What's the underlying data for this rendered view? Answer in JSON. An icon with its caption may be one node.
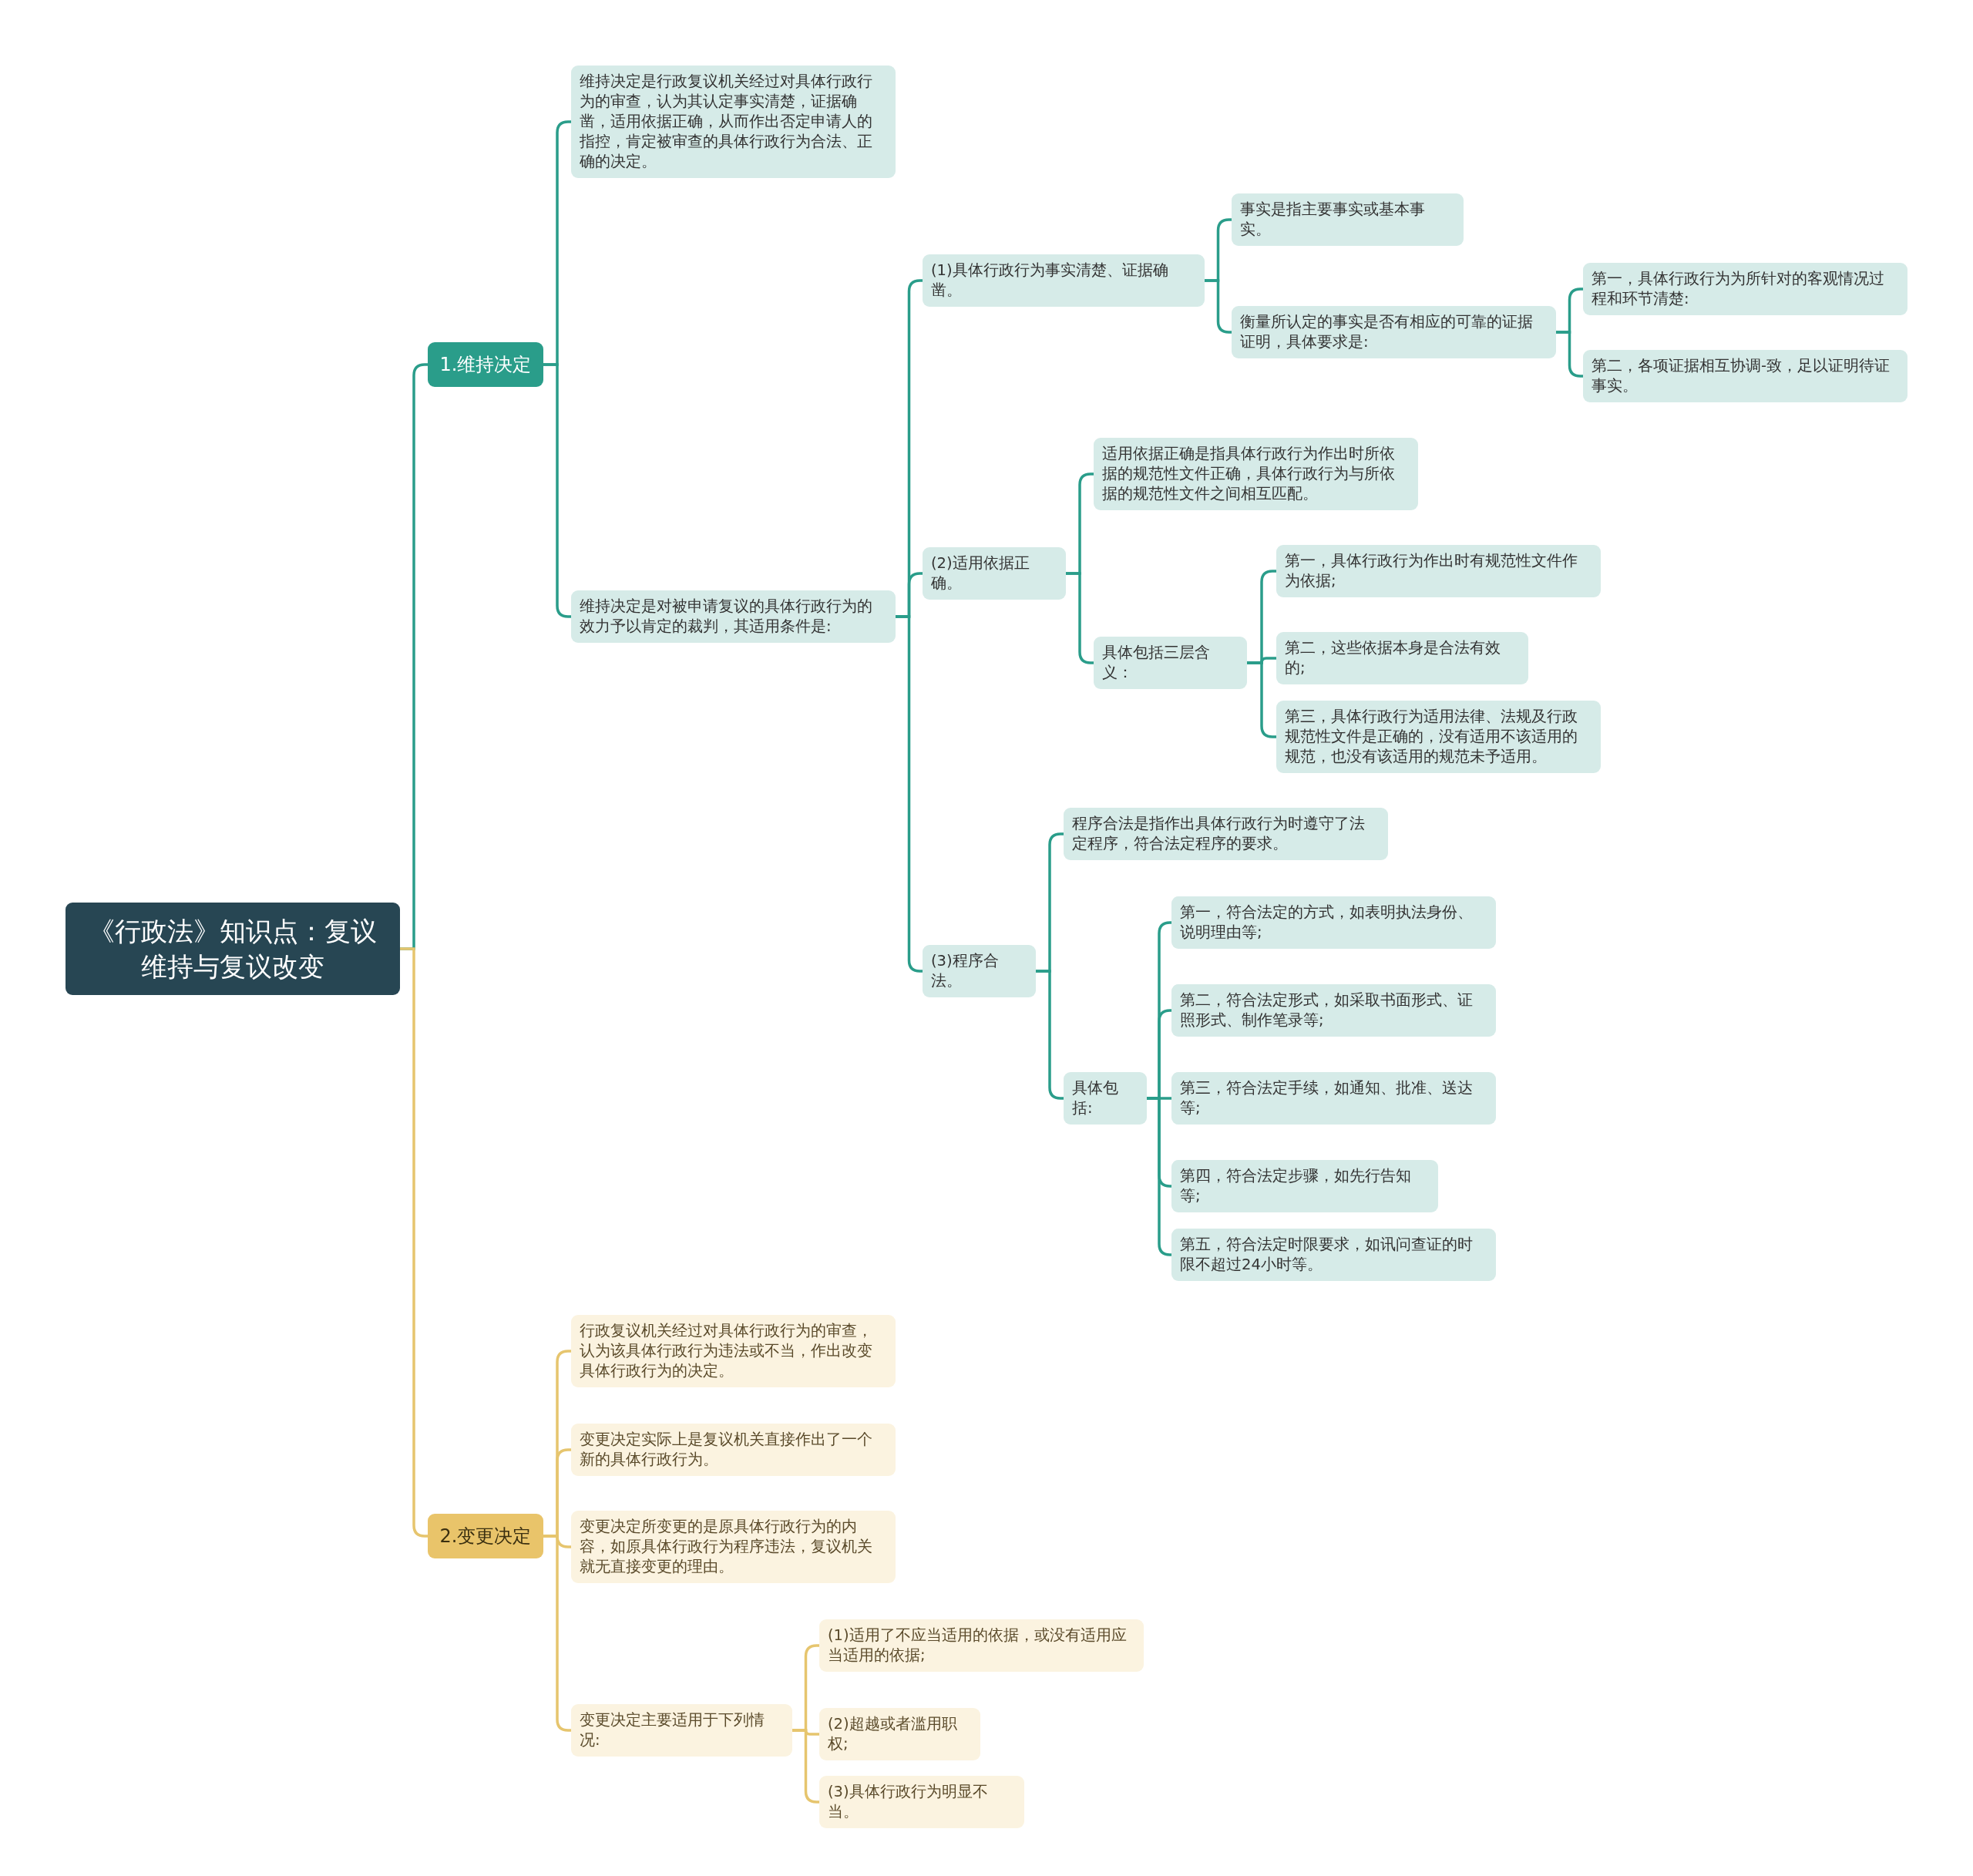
{
  "diagram": {
    "nodes": [
      {
        "text": [
          "《行政法》知识点：复议维持与复议改变"
        ]
      },
      {
        "text": [
          "1.维持决定"
        ]
      },
      {
        "text": [
          "维持决定是行政复议机关经过对具体行政行为的审查，认为其认定事实清楚，证据确凿，适用依据正确，从而作出否定申请人的指控，肯定被审查的具体行政行为合法、正确的决定。"
        ]
      },
      {
        "text": [
          "维持决定是对被申请复议的具体行政行为的效力予以肯定的裁判，其适用条件是:"
        ]
      },
      {
        "text": [
          "(1)具体行政行为事实清楚、证据确凿。"
        ]
      },
      {
        "text": [
          "事实是指主要事实或基本事实。"
        ]
      },
      {
        "text": [
          "衡量所认定的事实是否有相应的可靠的证据证明，具体要求是:"
        ]
      },
      {
        "text": [
          "第一，具体行政行为为所针对的客观情况过程和环节清楚:"
        ]
      },
      {
        "text": [
          "第二，各项证据相互协调-致，足以证明待证事实。"
        ]
      },
      {
        "text": [
          "(2)适用依据正确。"
        ]
      },
      {
        "text": [
          "适用依据正确是指具体行政行为作出时所依据的规范性文件正确，具体行政行为与所依据的规范性文件之间相互匹配。"
        ]
      },
      {
        "text": [
          "具体包括三层含义："
        ]
      },
      {
        "text": [
          "第一，具体行政行为作出时有规范性文件作为依据;"
        ]
      },
      {
        "text": [
          "第二，这些依据本身是合法有效的;"
        ]
      },
      {
        "text": [
          "第三，具体行政行为适用法律、法规及行政规范性文件是正确的，没有适用不该适用的规范，也没有该适用的规范未予适用。"
        ]
      },
      {
        "text": [
          "(3)程序合法。"
        ]
      },
      {
        "text": [
          "程序合法是指作出具体行政行为时遵守了法定程序，符合法定程序的要求。"
        ]
      },
      {
        "text": [
          "具体包括:"
        ]
      },
      {
        "text": [
          "第一，符合法定的方式，如表明执法身份、说明理由等;"
        ]
      },
      {
        "text": [
          "第二，符合法定形式，如采取书面形式、证照形式、制作笔录等;"
        ]
      },
      {
        "text": [
          "第三，符合法定手续，如通知、批准、送达等;"
        ]
      },
      {
        "text": [
          "第四，符合法定步骤，如先行告知等;"
        ]
      },
      {
        "text": [
          "第五，符合法定时限要求，如讯问查证的时限不超过24小时等。"
        ]
      },
      {
        "text": [
          "2.变更决定"
        ]
      },
      {
        "text": [
          "行政复议机关经过对具体行政行为的审查，认为该具体行政行为违法或不当，作出改变具体行政行为的决定。"
        ]
      },
      {
        "text": [
          "变更决定实际上是复议机关直接作出了一个新的具体行政行为。"
        ]
      },
      {
        "text": [
          "变更决定所变更的是原具体行政行为的内容，如原具体行政行为程序违法，复议机关就无直接变更的理由。"
        ]
      },
      {
        "text": [
          "变更决定主要适用于下列情况:"
        ]
      },
      {
        "text": [
          "(1)适用了不应当适用的依据，或没有适用应当适用的依据;"
        ]
      },
      {
        "text": [
          "(2)超越或者滥用职权;"
        ]
      },
      {
        "text": [
          "(3)具体行政行为明显不当。"
        ]
      }
    ],
    "edges": [
      {
        "from": 0,
        "to": 1,
        "arrow": "none"
      },
      {
        "from": 1,
        "to": 2,
        "arrow": "none"
      },
      {
        "from": 1,
        "to": 3,
        "arrow": "none"
      },
      {
        "from": 3,
        "to": 4,
        "arrow": "none"
      },
      {
        "from": 4,
        "to": 5,
        "arrow": "none"
      },
      {
        "from": 4,
        "to": 6,
        "arrow": "none"
      },
      {
        "from": 6,
        "to": 7,
        "arrow": "none"
      },
      {
        "from": 6,
        "to": 8,
        "arrow": "none"
      },
      {
        "from": 3,
        "to": 9,
        "arrow": "none"
      },
      {
        "from": 9,
        "to": 10,
        "arrow": "none"
      },
      {
        "from": 9,
        "to": 11,
        "arrow": "none"
      },
      {
        "from": 11,
        "to": 12,
        "arrow": "none"
      },
      {
        "from": 11,
        "to": 13,
        "arrow": "none"
      },
      {
        "from": 11,
        "to": 14,
        "arrow": "none"
      },
      {
        "from": 3,
        "to": 15,
        "arrow": "none"
      },
      {
        "from": 15,
        "to": 16,
        "arrow": "none"
      },
      {
        "from": 15,
        "to": 17,
        "arrow": "none"
      },
      {
        "from": 17,
        "to": 18,
        "arrow": "none"
      },
      {
        "from": 17,
        "to": 19,
        "arrow": "none"
      },
      {
        "from": 17,
        "to": 20,
        "arrow": "none"
      },
      {
        "from": 17,
        "to": 21,
        "arrow": "none"
      },
      {
        "from": 17,
        "to": 22,
        "arrow": "none"
      },
      {
        "from": 0,
        "to": 23,
        "arrow": "none",
        "color": "#e6c56e"
      },
      {
        "from": 23,
        "to": 24,
        "arrow": "none",
        "color": "#e6c56e"
      },
      {
        "from": 23,
        "to": 25,
        "arrow": "none",
        "color": "#e6c56e"
      },
      {
        "from": 23,
        "to": 26,
        "arrow": "none",
        "color": "#e6c56e"
      },
      {
        "from": 23,
        "to": 27,
        "arrow": "none",
        "color": "#e6c56e"
      },
      {
        "from": 27,
        "to": 28,
        "arrow": "none",
        "color": "#e6c56e"
      },
      {
        "from": 27,
        "to": 29,
        "arrow": "none",
        "color": "#e6c56e"
      },
      {
        "from": 27,
        "to": 30,
        "arrow": "none",
        "color": "#e6c56e"
      }
    ]
  }
}
